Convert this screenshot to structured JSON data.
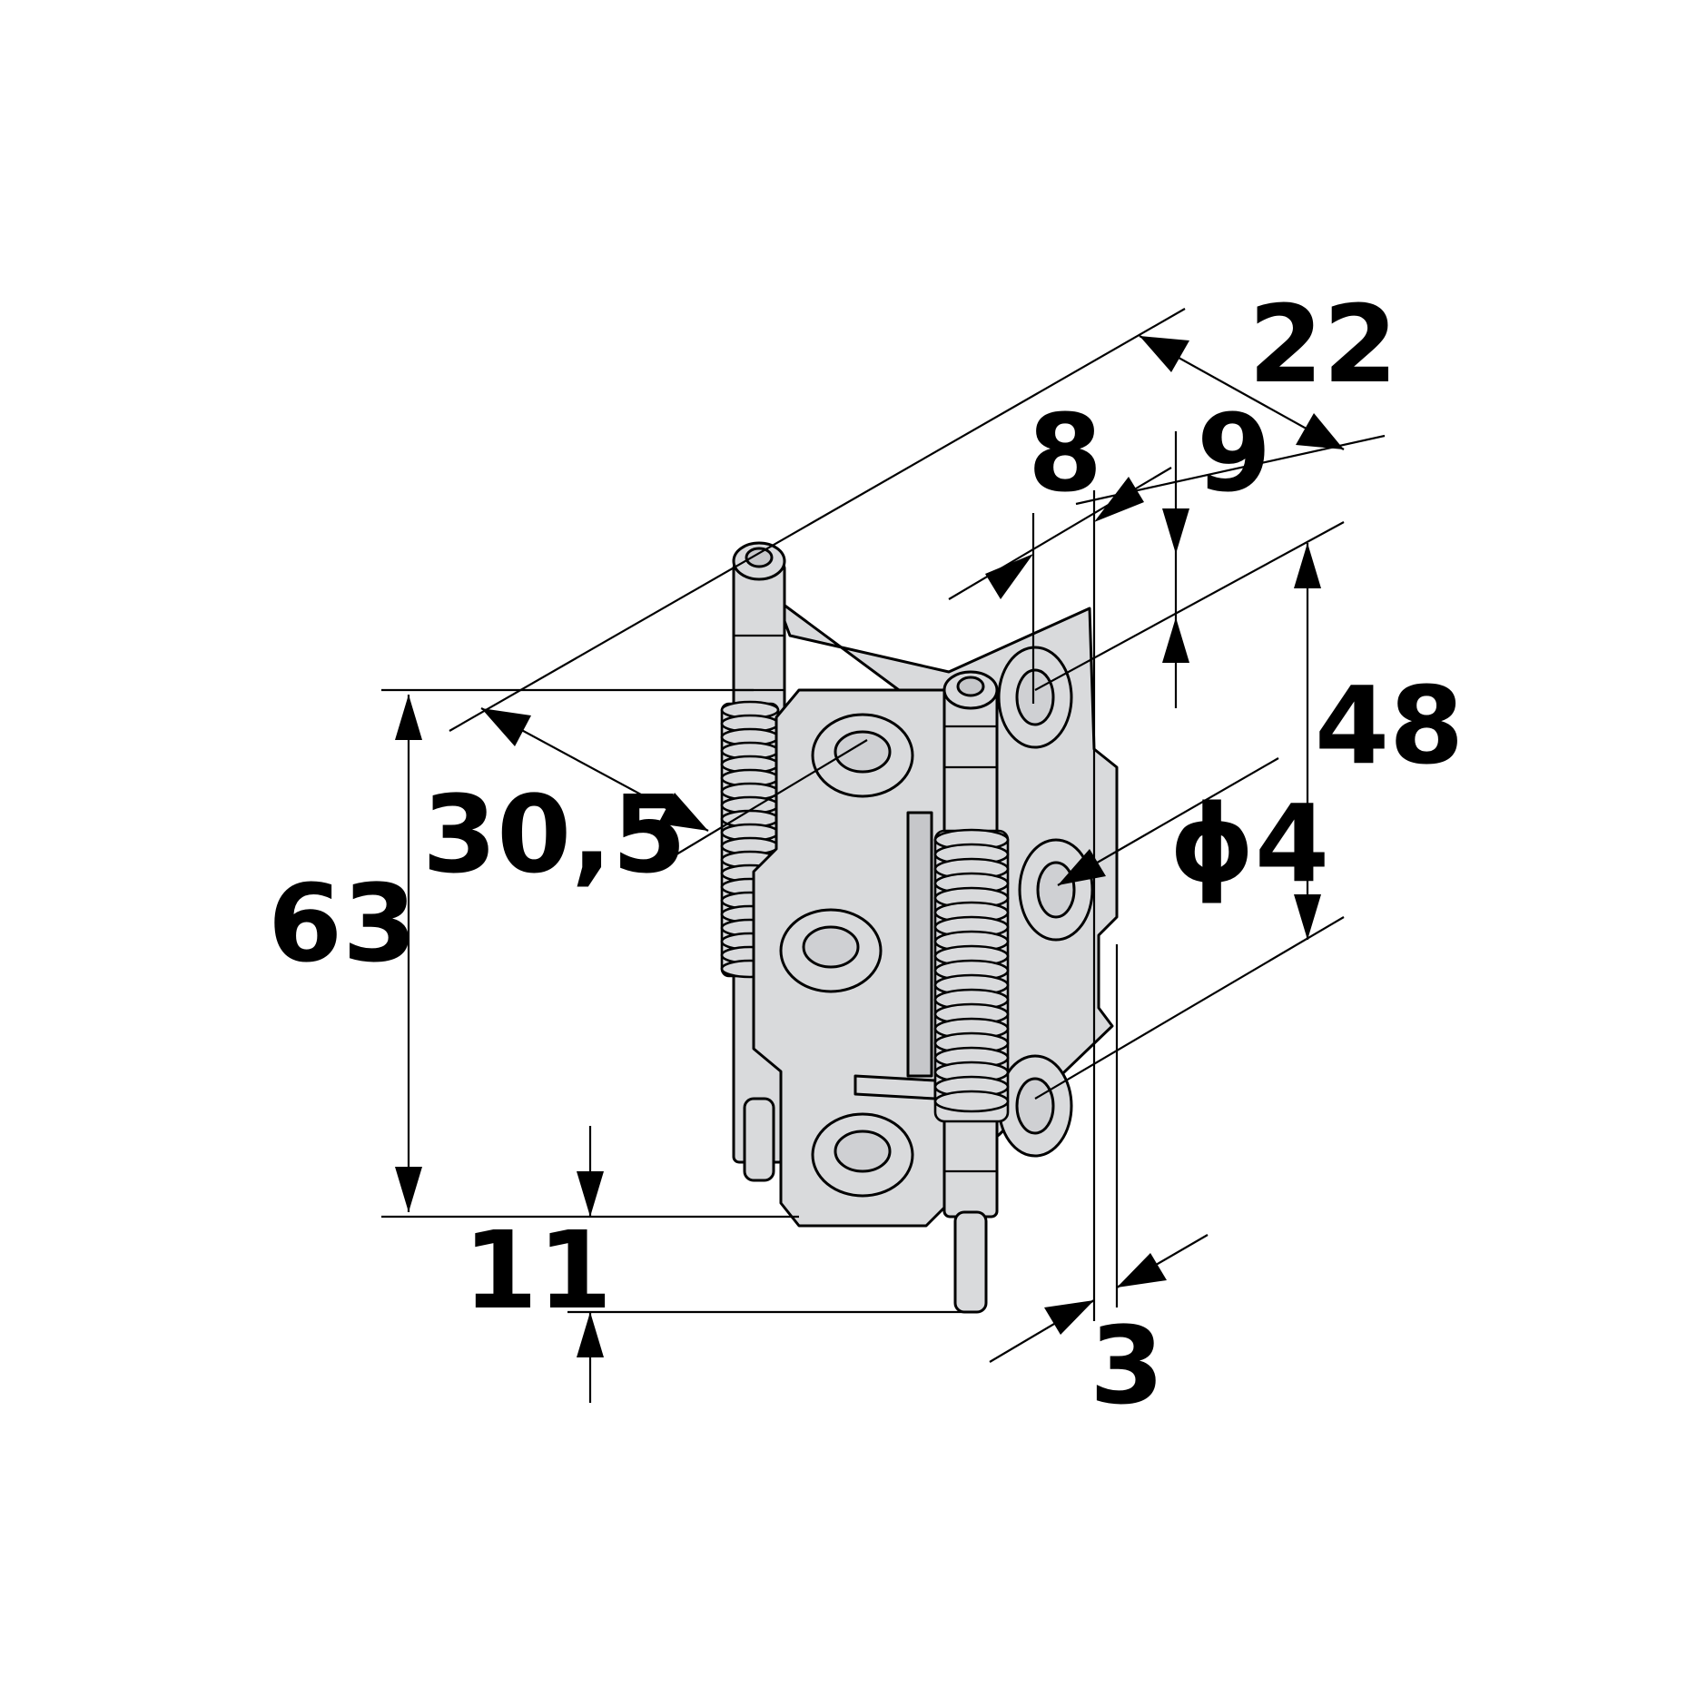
{
  "dimensions": {
    "overall_depth": "22",
    "leaf_offset": "8",
    "edge_offset": "9",
    "hole_spacing": "48",
    "hole_diameter": "ϕ4",
    "leaf_width": "30,5",
    "overall_height": "63",
    "pin_projection": "11",
    "leaf_thickness": "3"
  },
  "colors": {
    "metal": "#d9dadc",
    "line": "#000000",
    "background": "#ffffff"
  }
}
